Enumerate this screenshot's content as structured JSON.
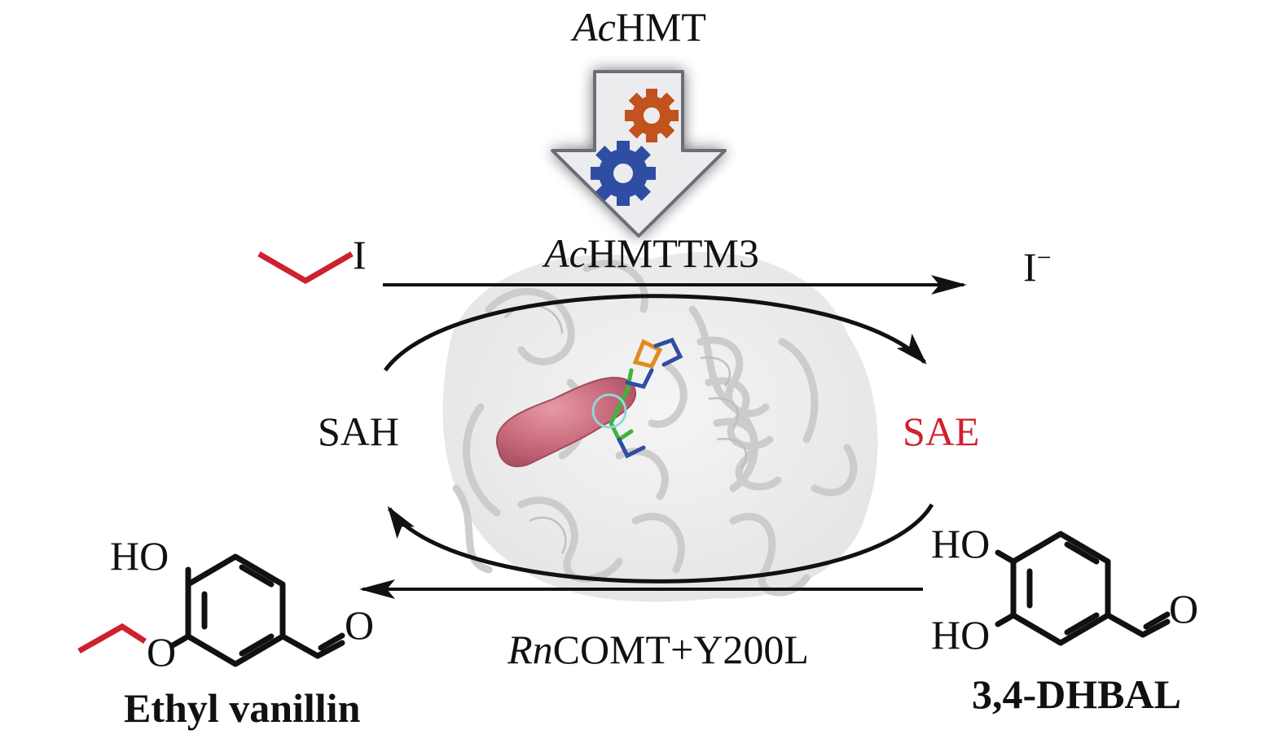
{
  "enzymes": {
    "top_prefix": "Ac",
    "top_suffix": "HMT",
    "mutant_prefix": "Ac",
    "mutant_suffix": "HMTTM3",
    "bottom_prefix": "Rn",
    "bottom_suffix": "COMT+Y200L"
  },
  "cofactors": {
    "left": "SAH",
    "right": "SAE"
  },
  "reagents": {
    "iodide_label": "I",
    "iodide_ion": "I",
    "iodide_charge": "−"
  },
  "molecules": {
    "product_name": "Ethyl vanillin",
    "substrate_name": "3,4-DHBAL",
    "atoms": {
      "product_ho": "HO",
      "product_o_ether": "O",
      "product_o_aldehyde": "O",
      "substrate_ho_top": "HO",
      "substrate_ho_bottom": "HO",
      "substrate_o_aldehyde": "O"
    }
  },
  "colors": {
    "ethyl_red": "#d0202e",
    "sae_red": "#d0202e",
    "gear_orange": "#c2521e",
    "gear_blue": "#2f4ea3",
    "pocket_pink": "#c96a7c",
    "protein_gray": "#d4d4d4",
    "ink": "#111111"
  },
  "icons": [
    "gear-icon-orange",
    "gear-icon-blue",
    "down-arrow-icon"
  ]
}
